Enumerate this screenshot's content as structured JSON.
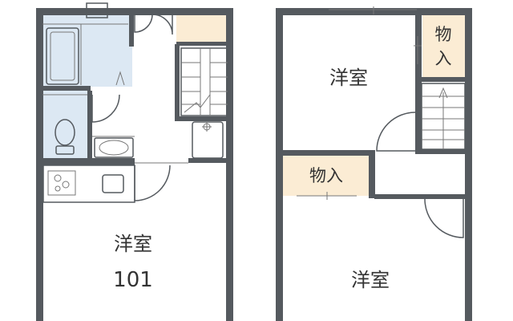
{
  "floor1": {
    "room_label": "洋室",
    "room_number": "101",
    "storage_label": ""
  },
  "floor2": {
    "room_top_label": "洋室",
    "room_bottom_label": "洋室",
    "storage_right_label_line1": "物",
    "storage_right_label_line2": "入",
    "storage_left_label": "物入"
  },
  "colors": {
    "wall": "#555a5f",
    "bath_fill": "#dce8f3",
    "storage_fill": "#fbecd4",
    "line": "#555a5f"
  }
}
